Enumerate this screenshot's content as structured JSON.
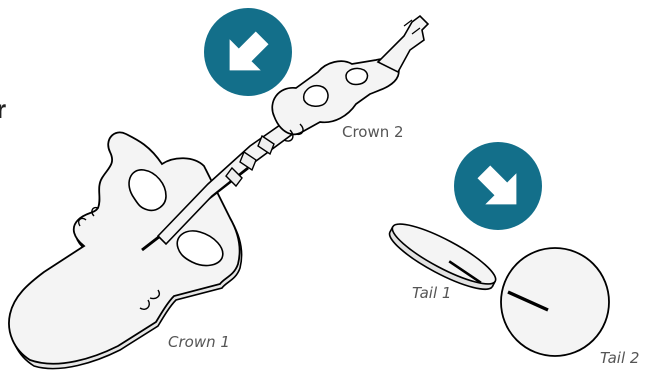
{
  "heading_fragment": "r",
  "labels": {
    "crown2": "Crown 2",
    "crown1": "Crown 1",
    "tail1": "Tail 1",
    "tail2": "Tail 2"
  },
  "icons": {
    "arrow_1": "arrow-down-left-icon",
    "arrow_2": "arrow-down-right-icon"
  },
  "colors": {
    "arrow_circle": "#136f8a",
    "arrow_fill": "#ffffff",
    "part_fill": "#f4f4f4",
    "part_stroke": "#000000",
    "label_text": "#555555"
  }
}
